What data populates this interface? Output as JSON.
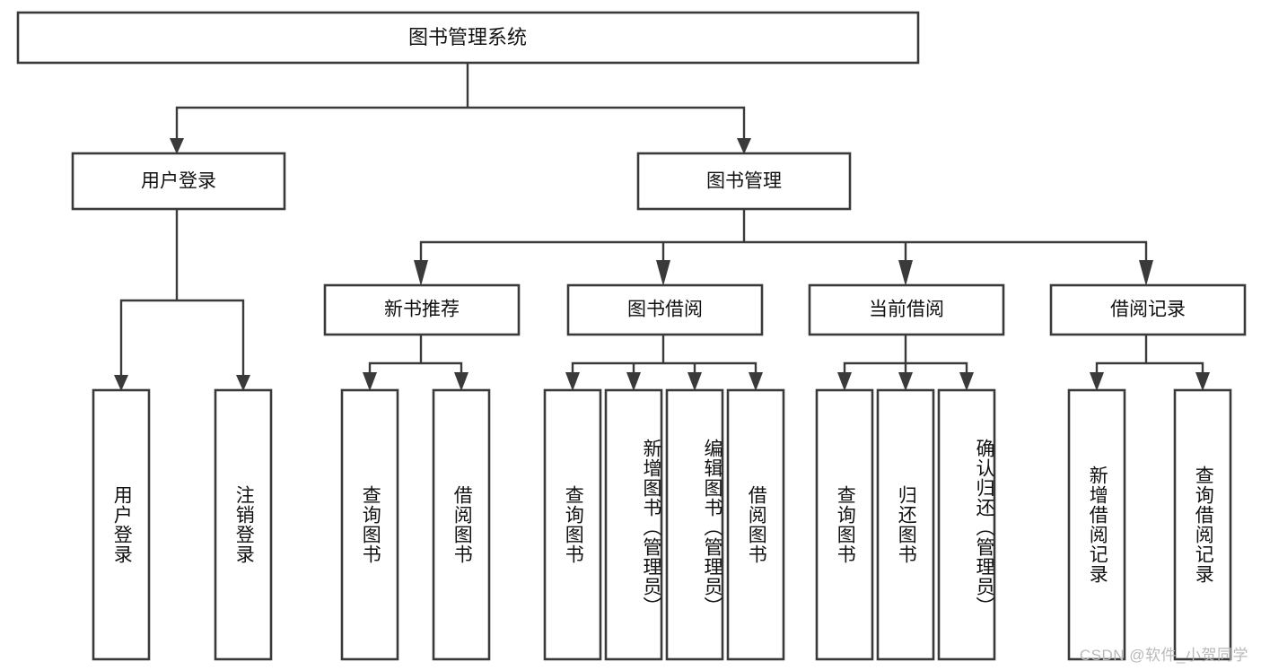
{
  "diagram": {
    "title": "图书管理系统",
    "type": "tree",
    "orientation": "top-down",
    "colors": {
      "box_fill": "#ffffff",
      "box_stroke": "#3a3a3a",
      "connector": "#3a3a3a",
      "text": "#111111",
      "watermark": "#b9b9b9",
      "background": "#ffffff"
    },
    "root": {
      "label": "图书管理系统"
    },
    "level2": [
      {
        "label": "用户登录"
      },
      {
        "label": "图书管理"
      }
    ],
    "level3": [
      {
        "label": "新书推荐"
      },
      {
        "label": "图书借阅"
      },
      {
        "label": "当前借阅"
      },
      {
        "label": "借阅记录"
      }
    ],
    "leaves": {
      "user_login": [
        {
          "label": "用户登录"
        },
        {
          "label": "注销登录"
        }
      ],
      "new_book_recommend": [
        {
          "label": "查询图书"
        },
        {
          "label": "借阅图书"
        }
      ],
      "book_borrow": [
        {
          "label": "查询图书"
        },
        {
          "label": "新增图书（管理员）"
        },
        {
          "label": "编辑图书（管理员）"
        },
        {
          "label": "借阅图书"
        }
      ],
      "current_borrow": [
        {
          "label": "查询图书"
        },
        {
          "label": "归还图书"
        },
        {
          "label": "确认归还（管理员）"
        }
      ],
      "borrow_record": [
        {
          "label": "新增借阅记录"
        },
        {
          "label": "查询借阅记录"
        }
      ]
    }
  },
  "watermark": {
    "text": "CSDN @软件_小贺同学"
  }
}
